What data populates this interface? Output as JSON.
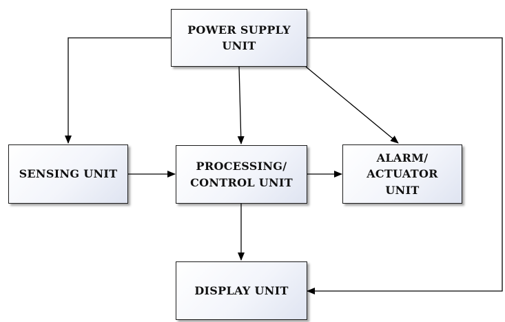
{
  "blocks": {
    "power_supply": "POWER SUPPLY\nUNIT",
    "sensing": "SENSING UNIT",
    "processing": "PROCESSING/\nCONTROL UNIT",
    "alarm": "ALARM/\nACTUATOR\nUNIT",
    "display": "DISPLAY UNIT"
  },
  "colors": {
    "line": "#000000",
    "box_border": "#1a1a1a"
  }
}
